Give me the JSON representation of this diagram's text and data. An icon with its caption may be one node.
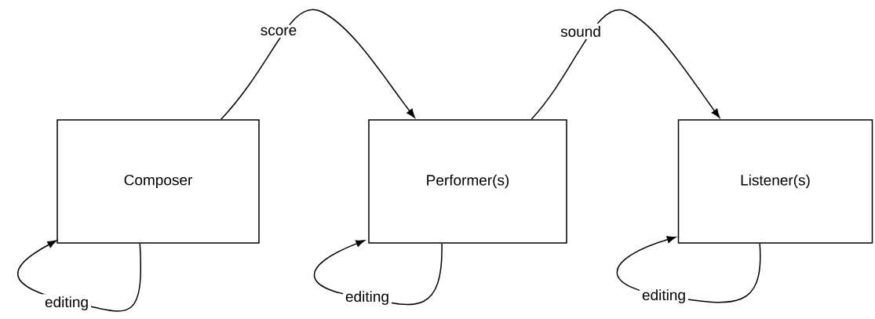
{
  "diagram": {
    "nodes": [
      {
        "text": [
          "Composer"
        ]
      },
      {
        "text": [
          "Performer(s)"
        ]
      },
      {
        "text": [
          "Listener(s)"
        ]
      }
    ],
    "edges": [
      {
        "from": 0,
        "to": 1,
        "arrow": "to",
        "label": "score"
      },
      {
        "from": 1,
        "to": 2,
        "arrow": "to",
        "label": "sound"
      },
      {
        "from": 0,
        "to": 0,
        "arrow": "to",
        "label": "editing"
      },
      {
        "from": 1,
        "to": 1,
        "arrow": "to",
        "label": "editing"
      },
      {
        "from": 2,
        "to": 2,
        "arrow": "to",
        "label": "editing"
      }
    ]
  }
}
